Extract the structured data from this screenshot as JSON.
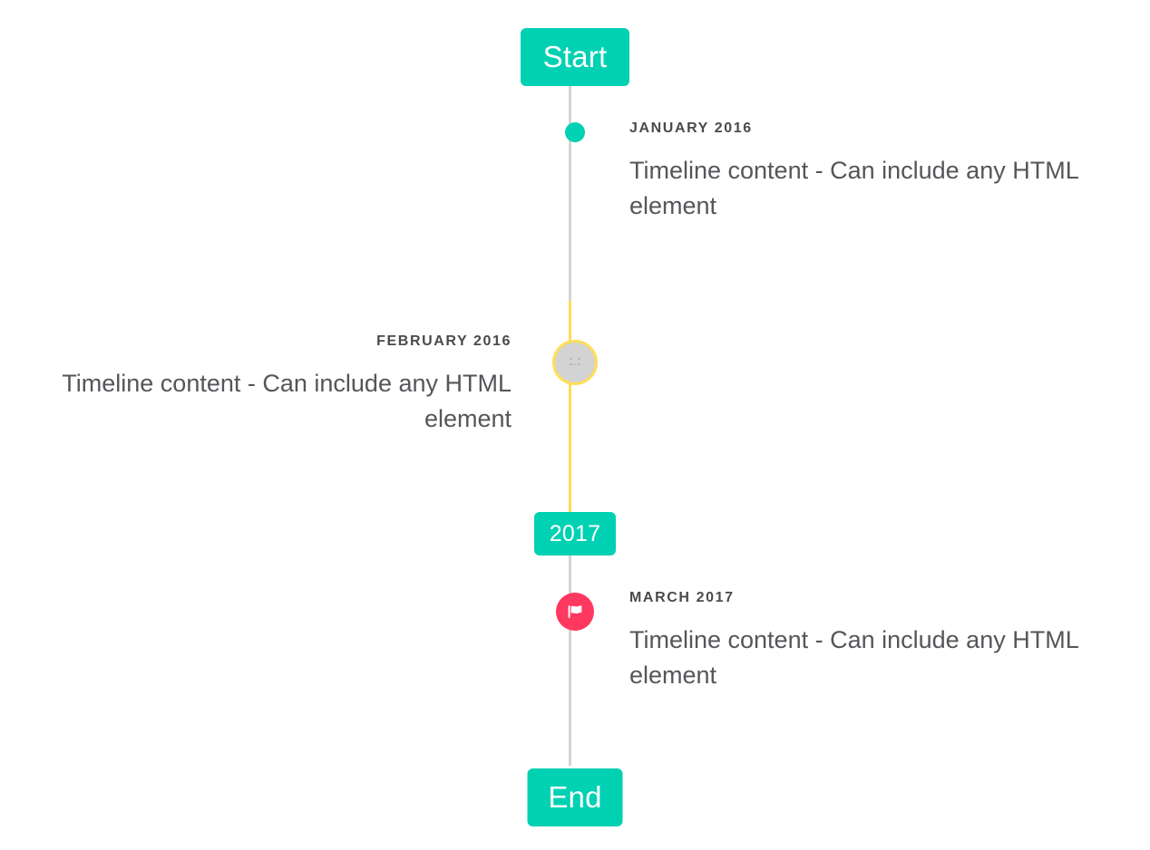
{
  "timeline": {
    "header_badge": {
      "label": "Start"
    },
    "middle_badge": {
      "label": "2017"
    },
    "footer_badge": {
      "label": "End"
    },
    "colors": {
      "accent_teal": "#00d1b2",
      "accent_yellow": "#ffdd57",
      "accent_pink": "#ff3860",
      "rail_grey": "#d3d3d3",
      "heading_text": "#4a4a4a",
      "body_text": "#55565a"
    },
    "items": [
      {
        "heading": "January 2016",
        "body": "Timeline content - Can include any HTML element",
        "side": "right",
        "marker": "dot",
        "marker_color": "#00d1b2"
      },
      {
        "heading": "February 2016",
        "body": "Timeline content - Can include any HTML element",
        "side": "left",
        "marker": "image",
        "marker_color": "#ffdd57"
      },
      {
        "heading": "March 2017",
        "body": "Timeline content - Can include any HTML element",
        "side": "right",
        "marker": "flag-icon",
        "marker_color": "#ff3860"
      }
    ]
  }
}
